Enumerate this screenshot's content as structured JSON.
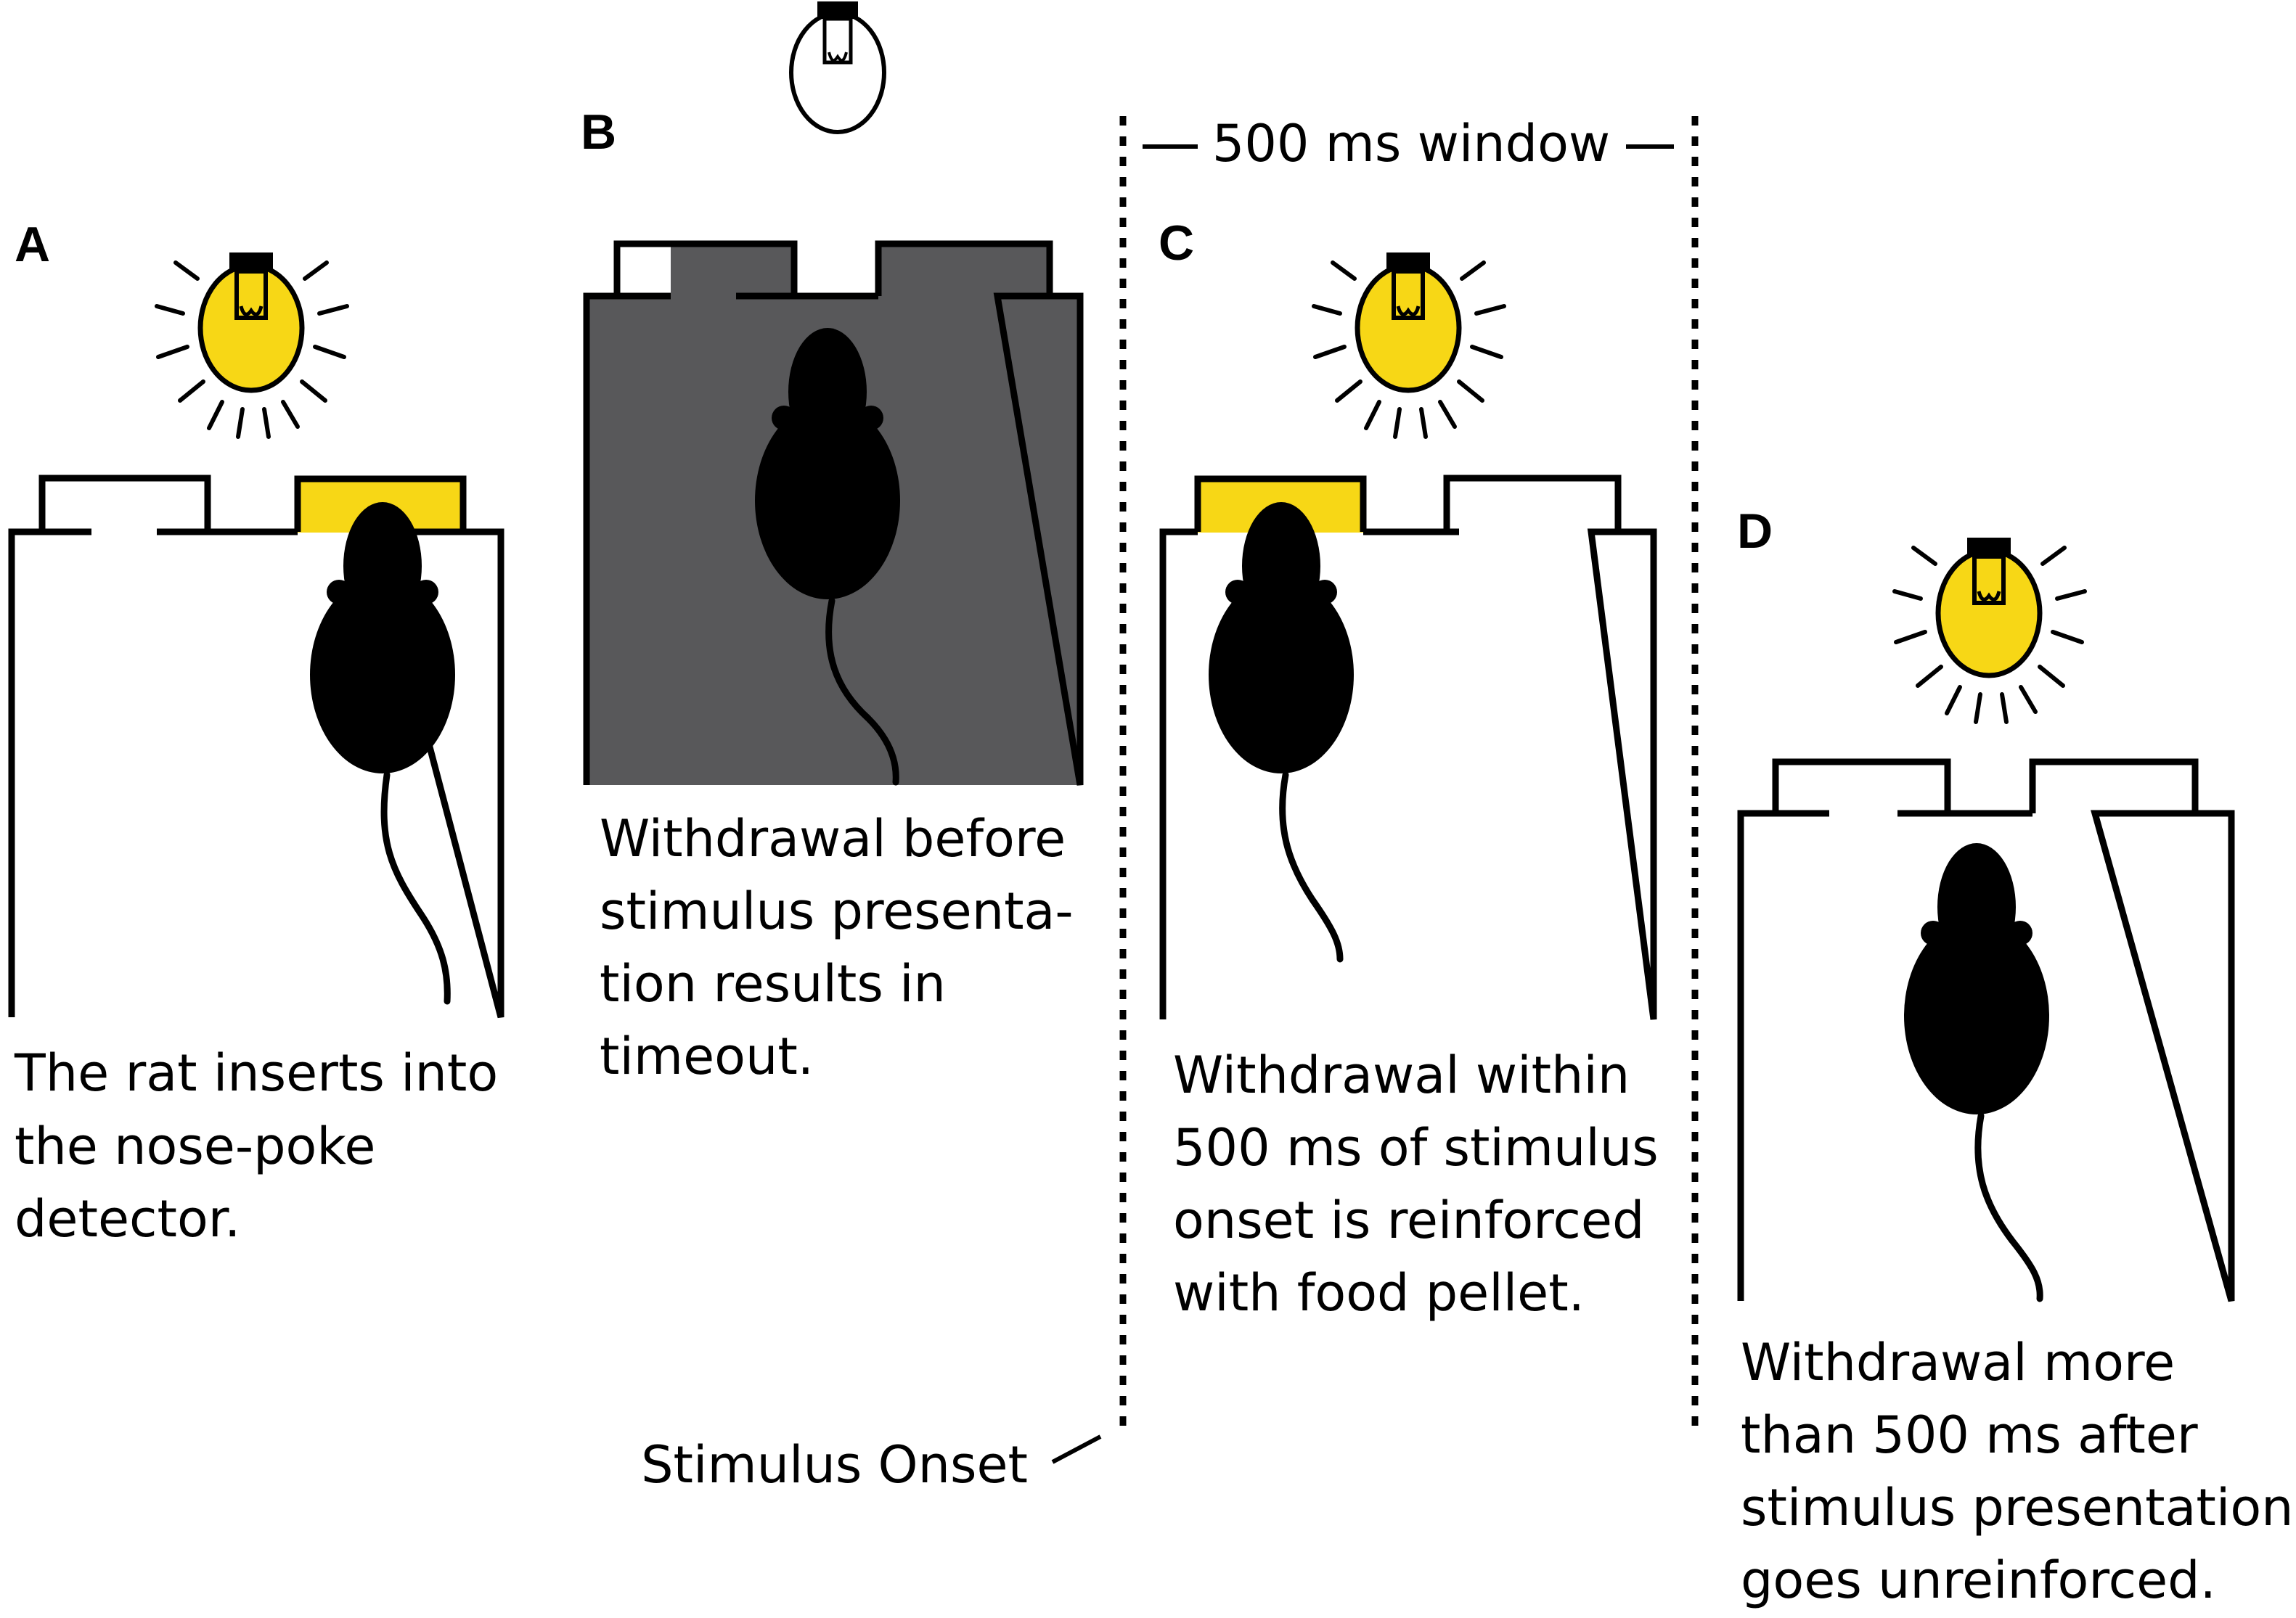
{
  "panels": [
    {
      "id": "A",
      "caption": [
        "The rat inserts into",
        "the nose-poke",
        "detector."
      ],
      "light": "on",
      "active_port": "right",
      "box_fill": "#ffffff"
    },
    {
      "id": "B",
      "caption": [
        "Withdrawal before",
        "stimulus presenta-",
        "tion results in",
        "timeout."
      ],
      "light": "off",
      "active_port": "none",
      "box_fill": "#58585a"
    },
    {
      "id": "C",
      "caption": [
        "Withdrawal within",
        "500 ms of stimulus",
        "onset is reinforced",
        "with food pellet."
      ],
      "light": "on",
      "active_port": "left",
      "box_fill": "#ffffff"
    },
    {
      "id": "D",
      "caption": [
        "Withdrawal more",
        "than 500 ms after",
        "stimulus presentation",
        "goes unreinforced."
      ],
      "light": "on",
      "active_port": "none",
      "box_fill": "#ffffff"
    }
  ],
  "window_label": "500 ms window",
  "onset_label": "Stimulus Onset",
  "colors": {
    "bulb_on": "#f7d716",
    "port_active": "#f7d716",
    "timeout_box": "#58585a",
    "ink": "#000000"
  }
}
